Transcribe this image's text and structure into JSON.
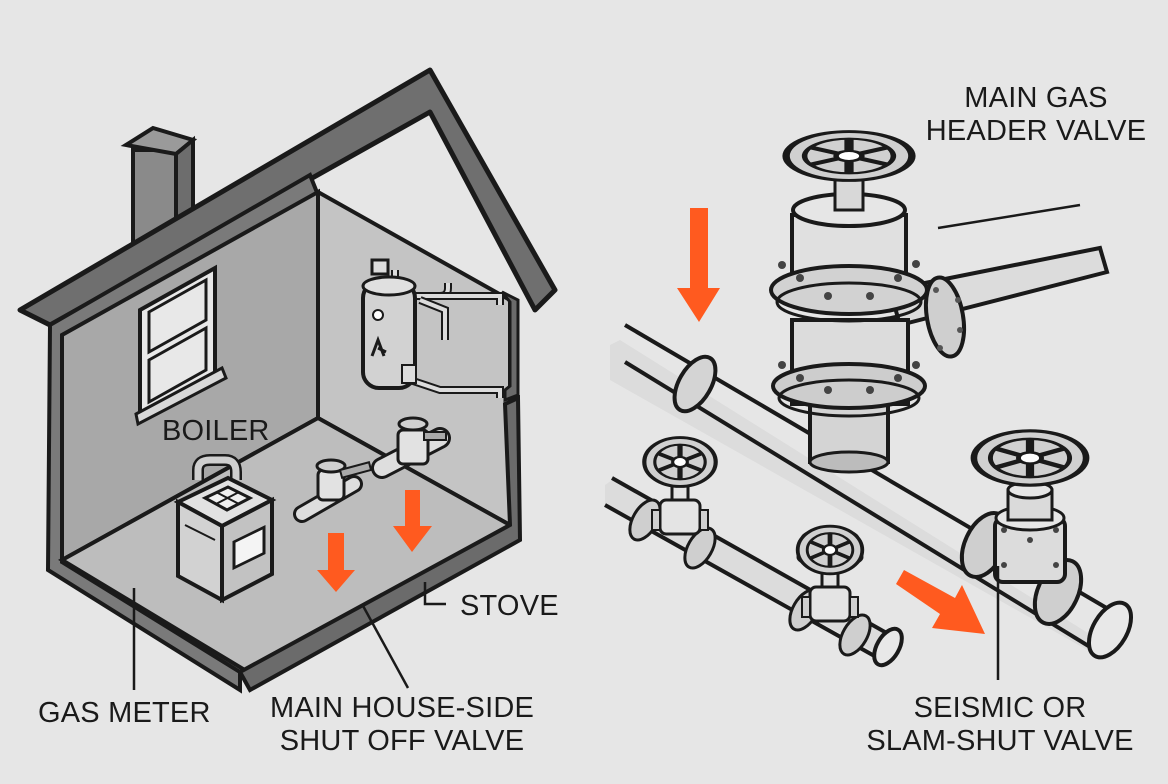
{
  "diagram": {
    "labels": {
      "boiler": "BOILER",
      "gas_meter": "GAS METER",
      "stove": "STOVE",
      "house_valve": [
        "MAIN HOUSE-SIDE",
        "SHUT OFF VALVE"
      ],
      "header_valve": [
        "MAIN GAS",
        "HEADER VALVE"
      ],
      "seismic_valve": [
        "SEISMIC OR",
        "SLAM-SHUT VALVE"
      ]
    },
    "colors": {
      "background": "#e6e6e6",
      "arrow": "#ff5a1f",
      "roof": "#6f6f6f",
      "wall": "#9c9c9c",
      "interior": "#c9c9c9",
      "floor": "#bdbdbd",
      "outline": "#1a1a1a"
    },
    "icons": [
      "house",
      "chimney",
      "window",
      "boiler",
      "gas-meter",
      "valve",
      "handwheel",
      "flow-arrow"
    ]
  }
}
